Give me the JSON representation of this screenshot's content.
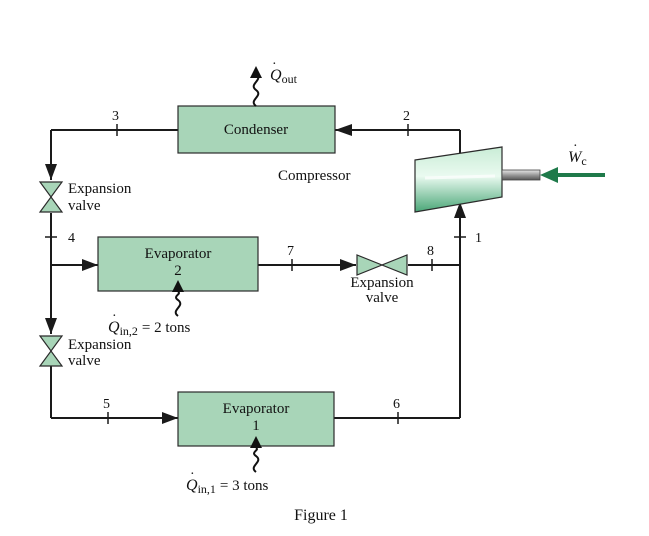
{
  "components": {
    "condenser": "Condenser",
    "compressor": "Compressor",
    "evaporator_2": {
      "line1": "Evaporator",
      "line2": "2"
    },
    "evaporator_1": {
      "line1": "Evaporator",
      "line2": "1"
    },
    "valve_left_top": {
      "line1": "Expansion",
      "line2": "valve"
    },
    "valve_left_bottom": {
      "line1": "Expansion",
      "line2": "valve"
    },
    "valve_middle": {
      "line1": "Expansion",
      "line2": "valve"
    }
  },
  "state_points": [
    "1",
    "2",
    "3",
    "4",
    "5",
    "6",
    "7",
    "8"
  ],
  "heat_work": {
    "q_out_main": "Q",
    "q_out_sub": "out",
    "w_c_main": "W",
    "w_c_sub": "c",
    "q_in2_main": "Q",
    "q_in2_sub": "in,2",
    "q_in2_value": "= 2 tons",
    "q_in1_main": "Q",
    "q_in1_sub": "in,1",
    "q_in1_value": "= 3 tons"
  },
  "caption": "Figure 1",
  "colors": {
    "box_fill": "#a8d5b8",
    "box_stroke": "#2b2b2b",
    "line": "#1a1a1a",
    "work_arrow": "#1f7a4a"
  }
}
